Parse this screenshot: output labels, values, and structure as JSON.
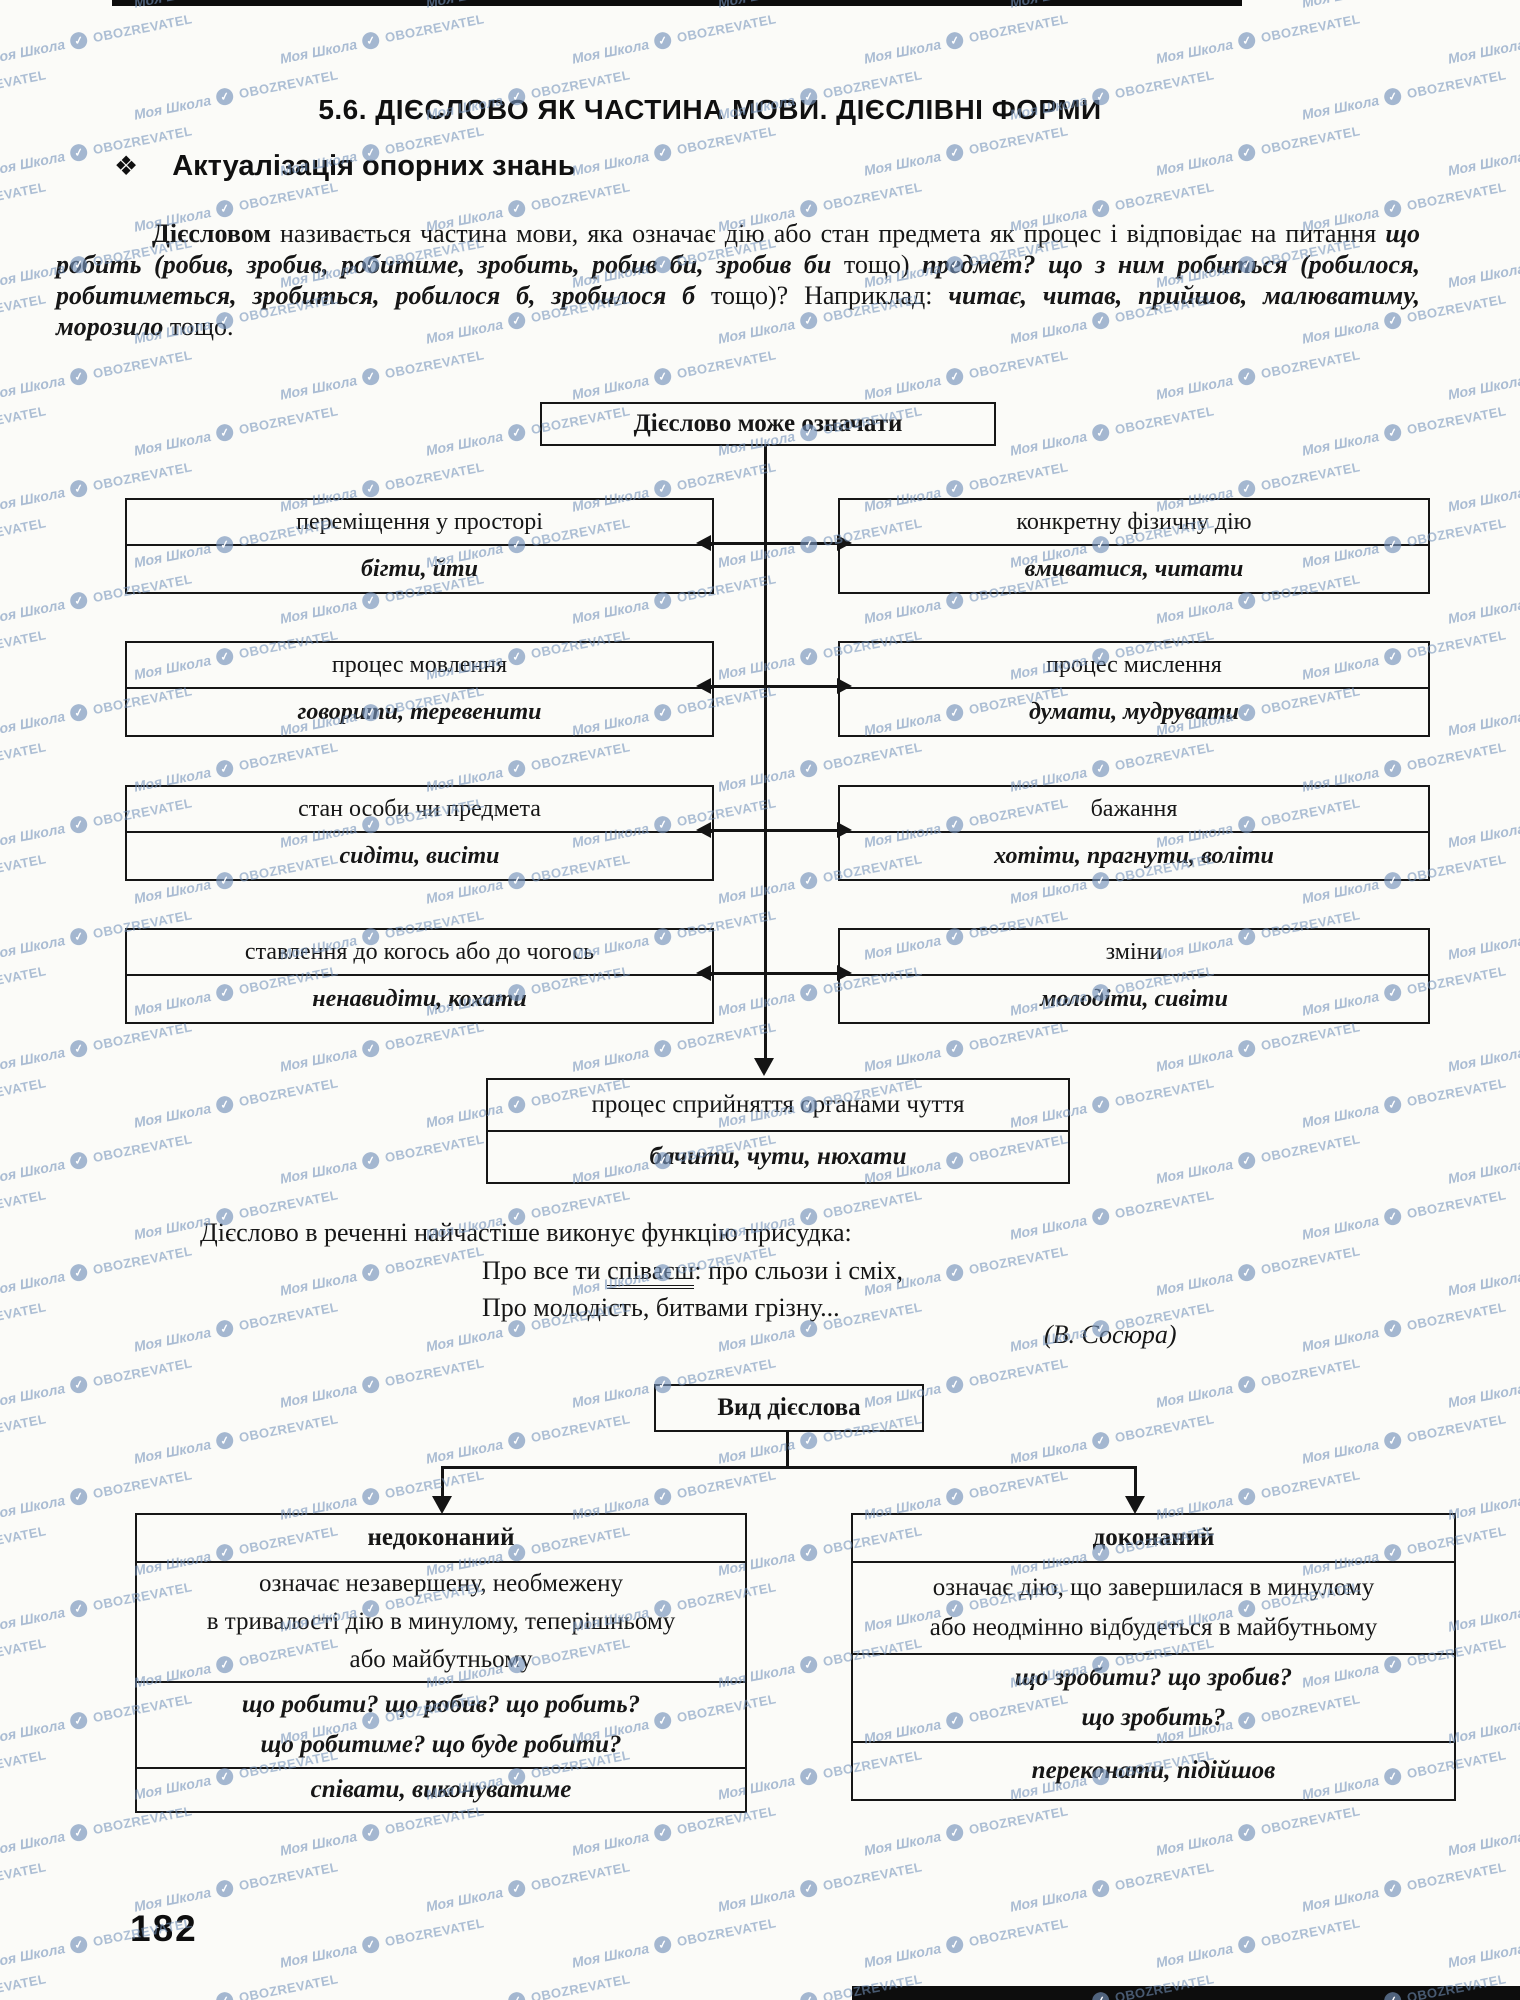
{
  "page": {
    "title": "5.6. ДІЄСЛОВО ЯК ЧАСТИНА МОВИ. ДІЄСЛІВНІ ФОРМИ",
    "section_marker": "❖",
    "section_heading": "Актуалізація опорних знань",
    "page_number": "182"
  },
  "intro": {
    "segments": [
      {
        "style": "bold",
        "text": "Дієсловом"
      },
      {
        "style": "normal",
        "text": " називається частина мови, яка означає дію або стан предмета як процес і відповідає на питання "
      },
      {
        "style": "italic",
        "text": "що робить (робив, зробив, робитиме, зробить, робив би, зробив би "
      },
      {
        "style": "normal",
        "text": "тощо)"
      },
      {
        "style": "italic",
        "text": " предмет? що з ним робиться (робилося, робитиметься, зробиться, робилося б, зробилося б "
      },
      {
        "style": "normal",
        "text": "тощо)? Наприклад: "
      },
      {
        "style": "italic",
        "text": "читає, читав, прийшов, малюватиму, морозило "
      },
      {
        "style": "normal",
        "text": "тощо."
      }
    ]
  },
  "diagram1": {
    "root_label": "Дієслово може означати",
    "rows": [
      {
        "left": {
          "label": "переміщення у просторі",
          "examples": "бігти, йти"
        },
        "right": {
          "label": "конкретну фізичну дію",
          "examples": "вмиватися, читати"
        }
      },
      {
        "left": {
          "label": "процес мовлення",
          "examples": "говорити, теревенити"
        },
        "right": {
          "label": "процес мислення",
          "examples": "думати, мудрувати"
        }
      },
      {
        "left": {
          "label": "стан особи чи предмета",
          "examples": "сидіти, висіти"
        },
        "right": {
          "label": "бажання",
          "examples": "хотіти, прагнути, воліти"
        }
      },
      {
        "left": {
          "label": "ставлення до когось або до чогось",
          "examples": "ненавидіти, кохати"
        },
        "right": {
          "label": "зміни",
          "examples": "молодіти, сивіти"
        }
      }
    ],
    "bottom": {
      "label": "процес сприйняття органами чуття",
      "examples": "бачити, чути, нюхати"
    }
  },
  "predicate_note": {
    "lead": "Дієслово в реченні найчастіше виконує функцію присудка:",
    "quote_line1_pre": "Про все ти ",
    "quote_line1_verb": "співаєш",
    "quote_line1_post": ": про сльози і сміх,",
    "quote_line2": "Про молодість, битвами грізну...",
    "author": "(В. Сосюра)"
  },
  "diagram2": {
    "root_label": "Вид дієслова",
    "left": {
      "title": "недоконаний",
      "definition_lines": [
        "означає незавершену, необмежену",
        "в тривалості дію в минулому, теперішньому",
        "або майбутньому"
      ],
      "question_lines": [
        "що робити? що робив? що робить?",
        "що робитиме? що буде робити?"
      ],
      "examples": "співати, виконуватиме"
    },
    "right": {
      "title": "доконаний",
      "definition_lines": [
        "означає дію, що завершилася в минулому",
        "або неодмінно відбудеться в майбутньому"
      ],
      "question_lines": [
        "що зробити? що зробив?",
        "що зробить?"
      ],
      "examples": "переконати, підійшов"
    }
  },
  "watermark": {
    "brand_script": "Моя Школа",
    "brand_caps": "OBOZREVATEL",
    "icon": "check-circle-icon",
    "icon_glyph": "✓",
    "color": "#7492ba"
  }
}
